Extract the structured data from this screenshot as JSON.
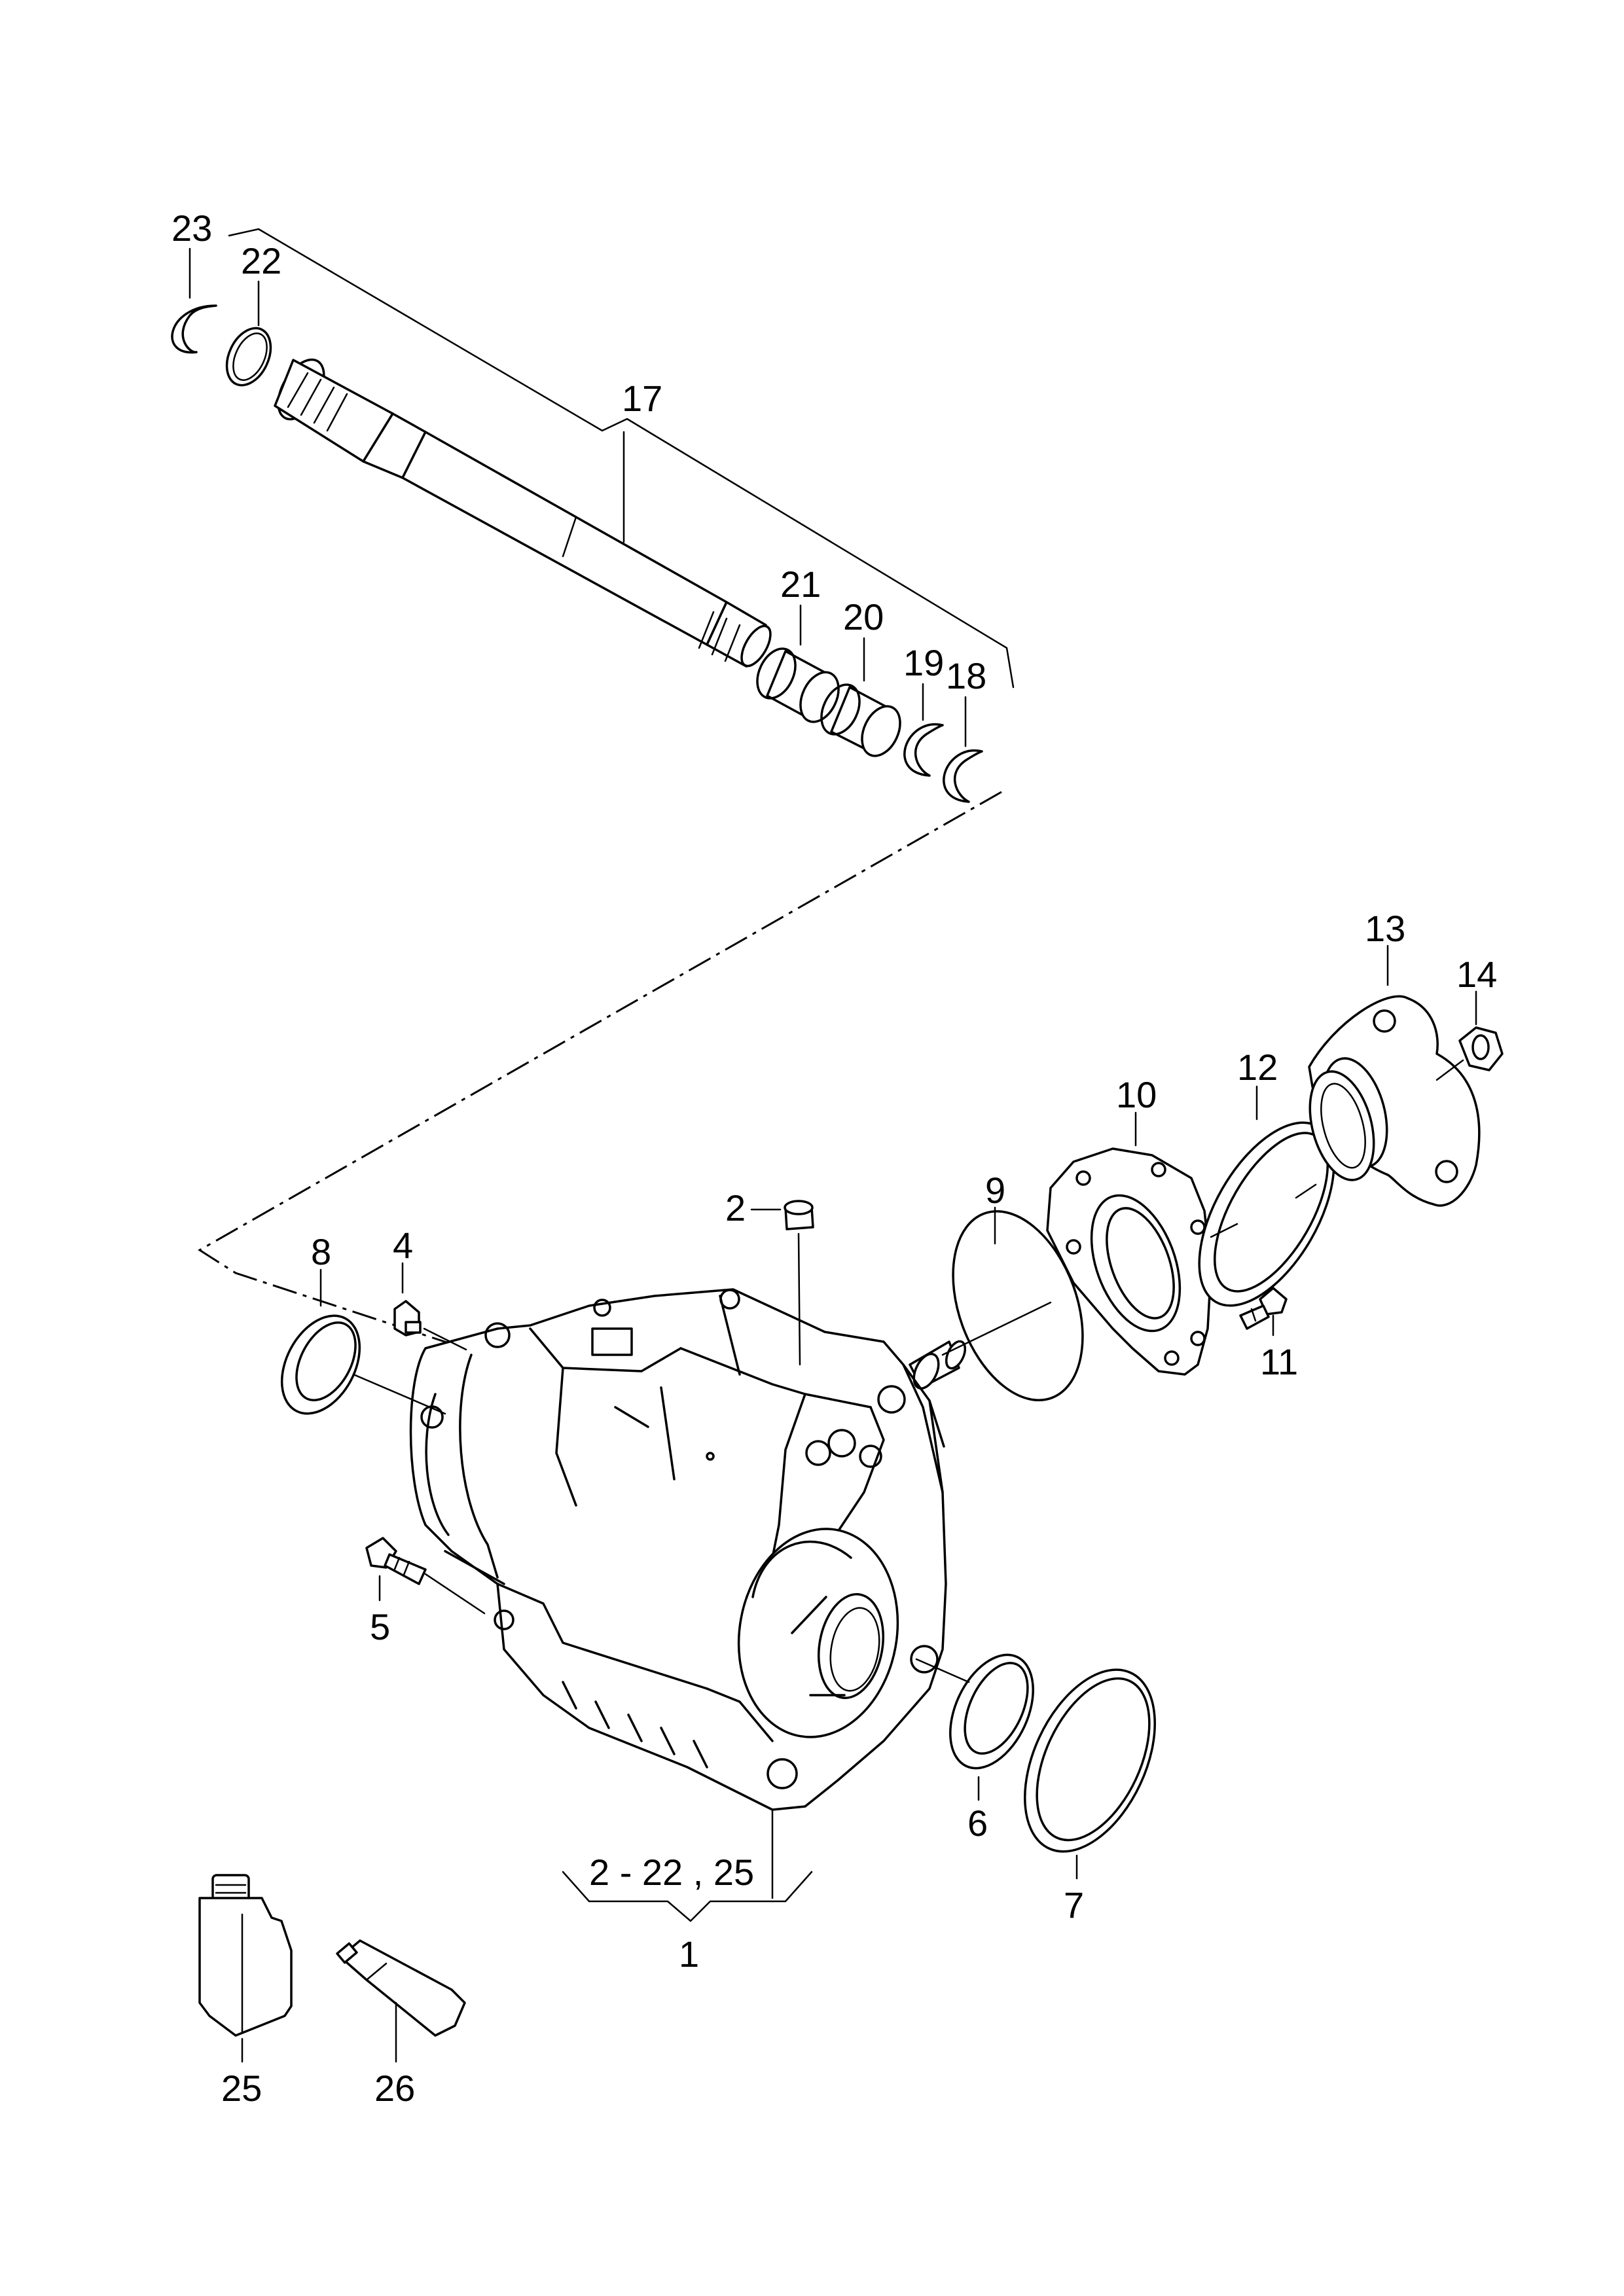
{
  "diagram": {
    "callouts": {
      "p1": "1",
      "p2": "2",
      "p4": "4",
      "p5": "5",
      "p6": "6",
      "p7": "7",
      "p8": "8",
      "p9": "9",
      "p10": "10",
      "p11": "11",
      "p12": "12",
      "p13": "13",
      "p14": "14",
      "p17": "17",
      "p18": "18",
      "p19": "19",
      "p20": "20",
      "p21": "21",
      "p22": "22",
      "p23": "23",
      "p25": "25",
      "p26": "26"
    },
    "group_range": "2 - 22 , 25"
  }
}
